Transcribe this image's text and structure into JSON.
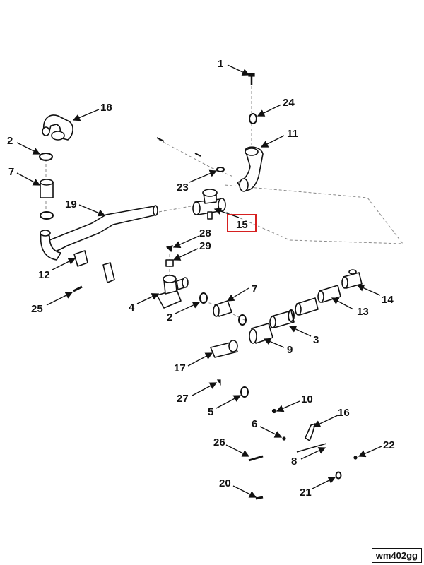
{
  "diagram": {
    "code": "wm402gg",
    "highlighted_callout": "15",
    "callouts": [
      {
        "id": "c1",
        "label": "1"
      },
      {
        "id": "c2a",
        "label": "2"
      },
      {
        "id": "c2b",
        "label": "2"
      },
      {
        "id": "c3",
        "label": "3"
      },
      {
        "id": "c4",
        "label": "4"
      },
      {
        "id": "c5",
        "label": "5"
      },
      {
        "id": "c6",
        "label": "6"
      },
      {
        "id": "c7a",
        "label": "7"
      },
      {
        "id": "c7b",
        "label": "7"
      },
      {
        "id": "c8",
        "label": "8"
      },
      {
        "id": "c9",
        "label": "9"
      },
      {
        "id": "c10",
        "label": "10"
      },
      {
        "id": "c11",
        "label": "11"
      },
      {
        "id": "c12",
        "label": "12"
      },
      {
        "id": "c13",
        "label": "13"
      },
      {
        "id": "c14",
        "label": "14"
      },
      {
        "id": "c15",
        "label": "15"
      },
      {
        "id": "c16",
        "label": "16"
      },
      {
        "id": "c17",
        "label": "17"
      },
      {
        "id": "c18",
        "label": "18"
      },
      {
        "id": "c19",
        "label": "19"
      },
      {
        "id": "c20",
        "label": "20"
      },
      {
        "id": "c21",
        "label": "21"
      },
      {
        "id": "c22",
        "label": "22"
      },
      {
        "id": "c23",
        "label": "23"
      },
      {
        "id": "c24",
        "label": "24"
      },
      {
        "id": "c25",
        "label": "25"
      },
      {
        "id": "c26",
        "label": "26"
      },
      {
        "id": "c27",
        "label": "27"
      },
      {
        "id": "c28",
        "label": "28"
      },
      {
        "id": "c29",
        "label": "29"
      }
    ]
  }
}
